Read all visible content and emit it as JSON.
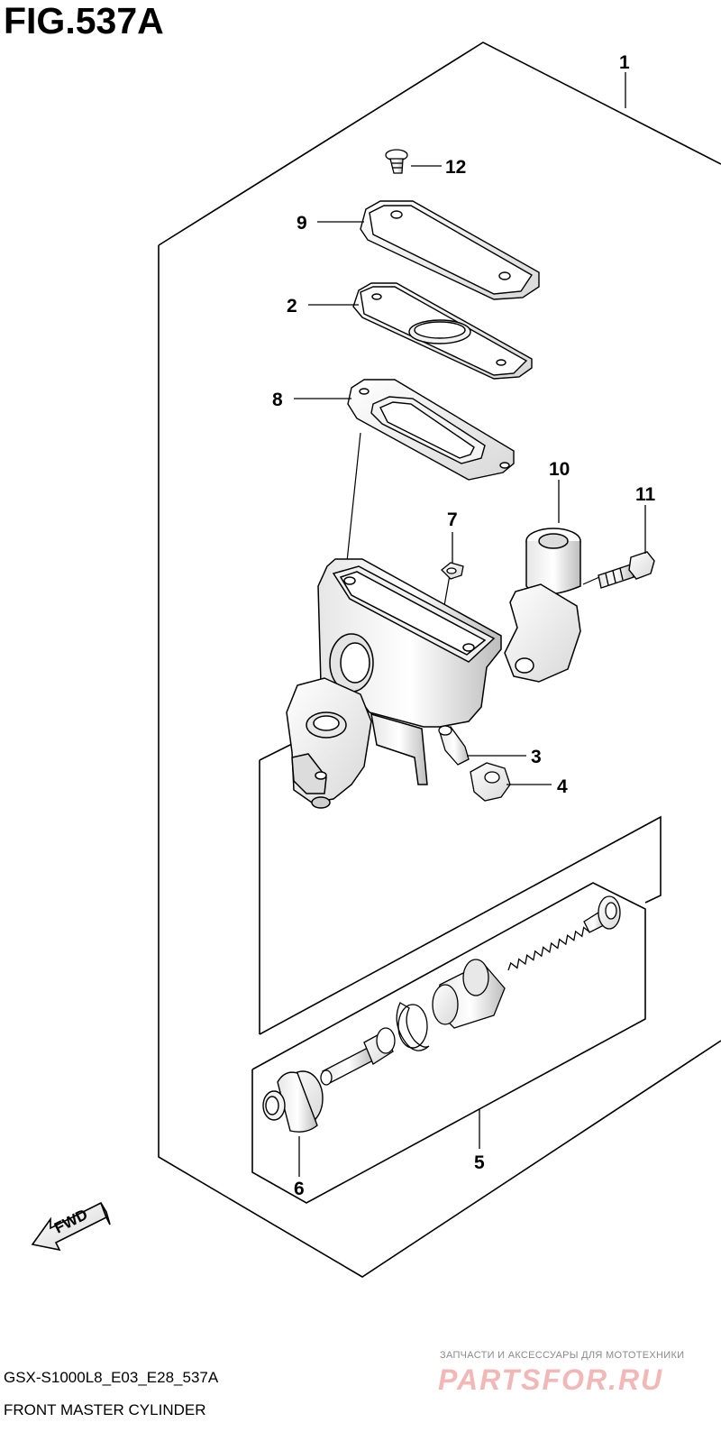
{
  "figure": {
    "title": "FIG.537A",
    "drawing_code": "GSX-S1000L8_E03_E28_537A",
    "caption": "FRONT MASTER CYLINDER"
  },
  "callouts": [
    "1",
    "2",
    "3",
    "4",
    "5",
    "6",
    "7",
    "8",
    "9",
    "10",
    "11",
    "12"
  ],
  "direction_arrow": {
    "label": "FWD",
    "icon": "fwd-arrow-icon"
  },
  "watermark": {
    "tagline": "ЗАПЧАСТИ И АКСЕССУАРЫ ДЛЯ МОТОТЕХНИКИ",
    "logo": "PARTSFOR.RU"
  }
}
